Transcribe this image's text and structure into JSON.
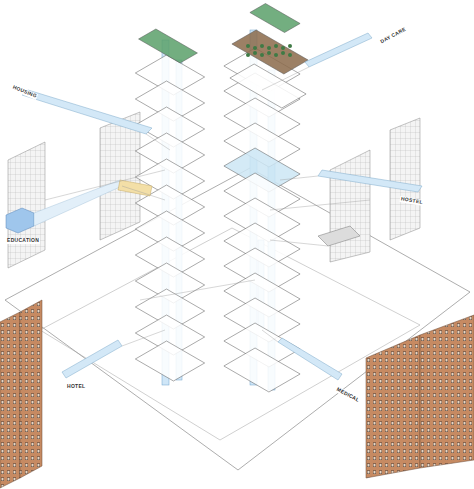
{
  "diagram": {
    "labels": [
      "HOUSING",
      "DAY CARE",
      "HOSTEL",
      "EDUCATION",
      "HOTEL",
      "MEDICAL"
    ]
  }
}
